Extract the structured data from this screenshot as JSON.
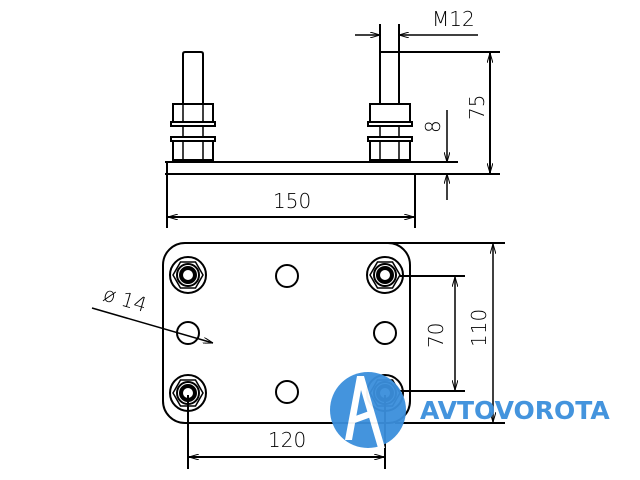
{
  "drawing": {
    "dimensions": {
      "thread": "M12",
      "height": "75",
      "plate_thickness": "8",
      "plate_length": "150",
      "hole_diameter": "ø 14",
      "inner_spacing": "70",
      "plate_width": "110",
      "bolt_spacing": "120"
    }
  },
  "logo": {
    "text": "AVTOVOROTA",
    "color": "#3b8fdc"
  }
}
